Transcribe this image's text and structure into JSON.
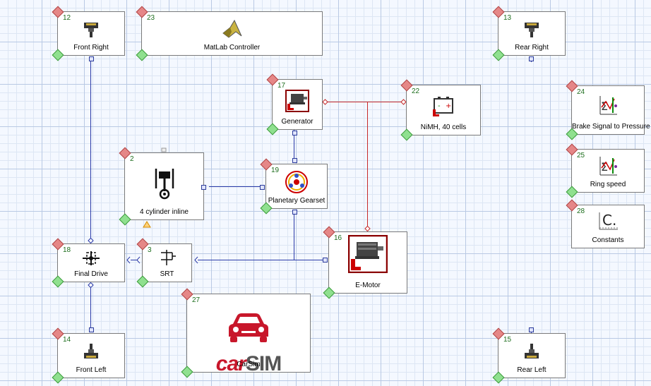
{
  "diagram": {
    "blocks": {
      "front_right": {
        "num": "12",
        "label": "Front Right"
      },
      "matlab": {
        "num": "23",
        "label": "MatLab Controller"
      },
      "rear_right": {
        "num": "13",
        "label": "Rear Right"
      },
      "generator": {
        "num": "17",
        "label": "Generator"
      },
      "battery": {
        "num": "22",
        "label": "NiMH, 40 cells"
      },
      "brake": {
        "num": "24",
        "label": "Brake Signal to Pressure"
      },
      "engine": {
        "num": "2",
        "label": "4 cylinder inline"
      },
      "gearset": {
        "num": "19",
        "label": "Planetary Gearset"
      },
      "ring": {
        "num": "25",
        "label": "Ring speed"
      },
      "constants": {
        "num": "28",
        "label": "Constants"
      },
      "final_drive": {
        "num": "18",
        "label": "Final Drive"
      },
      "srt": {
        "num": "3",
        "label": "SRT"
      },
      "emotor": {
        "num": "16",
        "label": "E-Motor"
      },
      "front_left": {
        "num": "14",
        "label": "Front Left"
      },
      "carsim": {
        "num": "27",
        "label": "CarSim",
        "logo_car": "car",
        "logo_sim": "SIM"
      },
      "rear_left": {
        "num": "15",
        "label": "Rear Left"
      }
    },
    "colors": {
      "mechanical_wire": "#2a3aa8",
      "electrical_wire": "#c62a2a"
    }
  }
}
